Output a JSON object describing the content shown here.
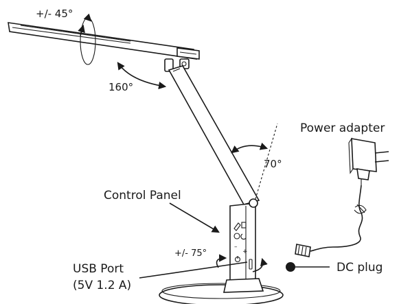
{
  "labels": {
    "rotate_head": "+/- 45°",
    "head_arm_angle": "160°",
    "arm_tilt": "70°",
    "power_adapter": "Power adapter",
    "control_panel": "Control Panel",
    "base_rotation": "+/- 75°",
    "usb_port_line1": "USB Port",
    "usb_port_line2": "(5V 1.2 A)",
    "dc_plug": "DC plug"
  },
  "panel": {
    "minus": "–",
    "plus": "+"
  }
}
